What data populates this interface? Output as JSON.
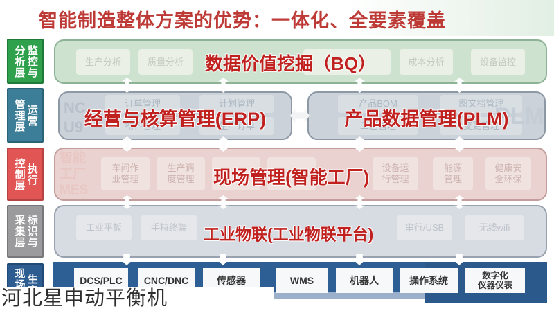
{
  "title": "智能制造整体方案的优势：一体化、全要素覆盖",
  "footer_watermark": "河北星申动平衡机",
  "colors": {
    "highlight_red": "#c0201e",
    "title_red": "#bd3a36",
    "analysis_label_green": "#2fa14c",
    "analysis_layer_bg": "#cde3d0",
    "management_label_teal": "#3c7e97",
    "management_box_bg": "#cbd2d9",
    "control_label_red": "#e15654",
    "control_layer_bg": "#ead2d0",
    "collection_label_gray": "#9b9b9d",
    "collection_layer_bg": "#d7dbe2",
    "field_label_navy": "#2d5c90",
    "field_bar_navy": "#2e5f94"
  },
  "layer_analysis": {
    "label_left": "分析层",
    "label_right": "监控与",
    "box1": "生产分析",
    "box2": "质量分析",
    "highlight": "数据价值挖掘（BQ）",
    "box3": "成本分析",
    "box4": "设备监控"
  },
  "layer_management": {
    "label_left": "管理层",
    "label_right": "运营",
    "erp": {
      "watermark": "NC\nU9",
      "box_tl": "订单管理",
      "box_tr": "计划管理",
      "box_bl": "物料管理",
      "box_br": "生产订单",
      "highlight": "经营与核算管理(ERP)"
    },
    "plm": {
      "watermark": "PLM",
      "box_tl": "产品BOM",
      "box_tr": "图文档管理",
      "box_bl": "工艺管理",
      "box_br": "变更管理",
      "highlight": "产品数据管理(PLM)"
    }
  },
  "layer_control": {
    "label_left": "控制层",
    "label_right": "执行",
    "watermark": "智能\n工厂\nMES",
    "box1": "车间作\n业管理",
    "box2": "生产调\n度管理",
    "highlight": "现场管理(智能工厂)",
    "box3": "设备运\n行管理",
    "box4": "能源\n管理",
    "box5": "健康安\n全环保"
  },
  "layer_collection": {
    "label_left": "采集层",
    "label_right": "标识与",
    "box1": "工业平板",
    "box2": "手持终端",
    "highlight": "工业物联(工业物联平台)",
    "box3": "串行/USB",
    "box4": "无线wifi"
  },
  "layer_field": {
    "label_left": "现场层",
    "label_right": "生产",
    "box1": "DCS/PLC",
    "box2": "CNC/DNC",
    "box3": "传感器",
    "box4": "WMS",
    "box5": "机器人",
    "box6": "操作系统",
    "box7": "数字化\n仪器仪表"
  }
}
